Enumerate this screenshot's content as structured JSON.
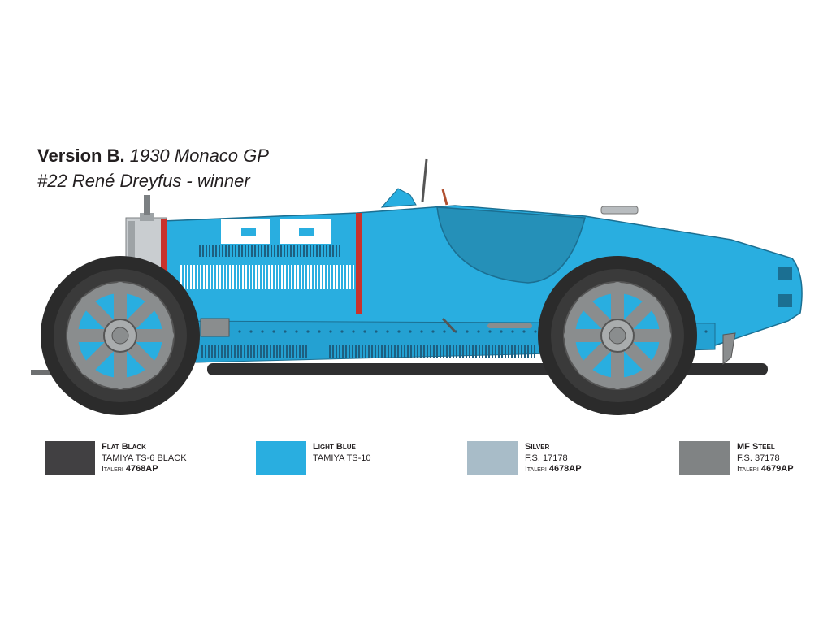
{
  "title": {
    "version_label": "Version B.",
    "event": "1930 Monaco GP",
    "driver_line": "#22 René Dreyfus - winner"
  },
  "car": {
    "number": "22",
    "body_color": "#29aee0",
    "tire_color": "#2b2b2b",
    "wheel_color": "#8a8d8e",
    "accent_color": "#c8322c"
  },
  "colors": [
    {
      "name": "Flat Black",
      "line1": "TAMIYA TS-6 BLACK",
      "brand": "Italeri",
      "code": "4768AP",
      "swatch": "#414042"
    },
    {
      "name": "Light Blue",
      "line1": "TAMIYA TS-10",
      "brand": "",
      "code": "",
      "swatch": "#29aee0"
    },
    {
      "name": "Silver",
      "line1": "F.S. 17178",
      "brand": "Italeri",
      "code": "4678AP",
      "swatch": "#a8bcc8"
    },
    {
      "name": "MF Steel",
      "line1": "F.S. 37178",
      "brand": "Italeri",
      "code": "4679AP",
      "swatch": "#808384"
    }
  ]
}
